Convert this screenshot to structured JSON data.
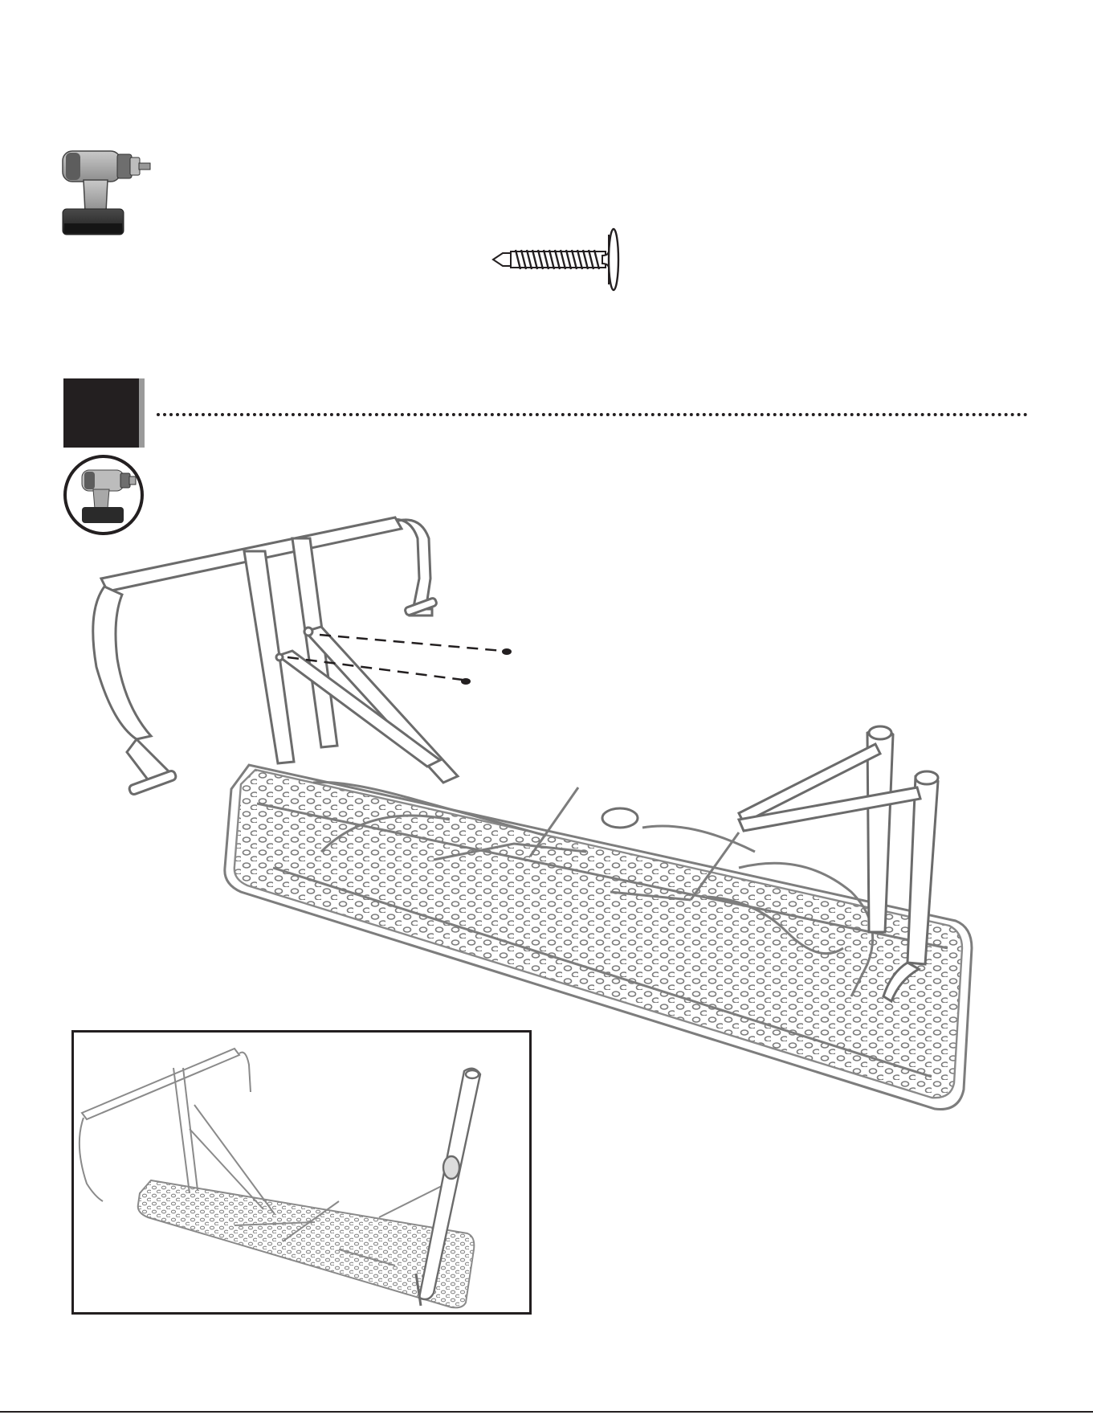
{
  "page": {
    "background": "#ffffff",
    "ink": "#231f20",
    "line_gray": "#808080"
  },
  "tools": [
    {
      "icon": "cordless-drill-icon"
    }
  ],
  "hardware": [
    {
      "icon": "self-drilling-screw-icon"
    }
  ],
  "step": {
    "badge_color": "#231f20",
    "tool_icon": "cordless-drill-icon",
    "separator": "dotted-line"
  },
  "illustration": {
    "main": "table-upside-down-with-folding-legs-and-screws",
    "inset": "table-upside-down-with-brace-closeup"
  }
}
